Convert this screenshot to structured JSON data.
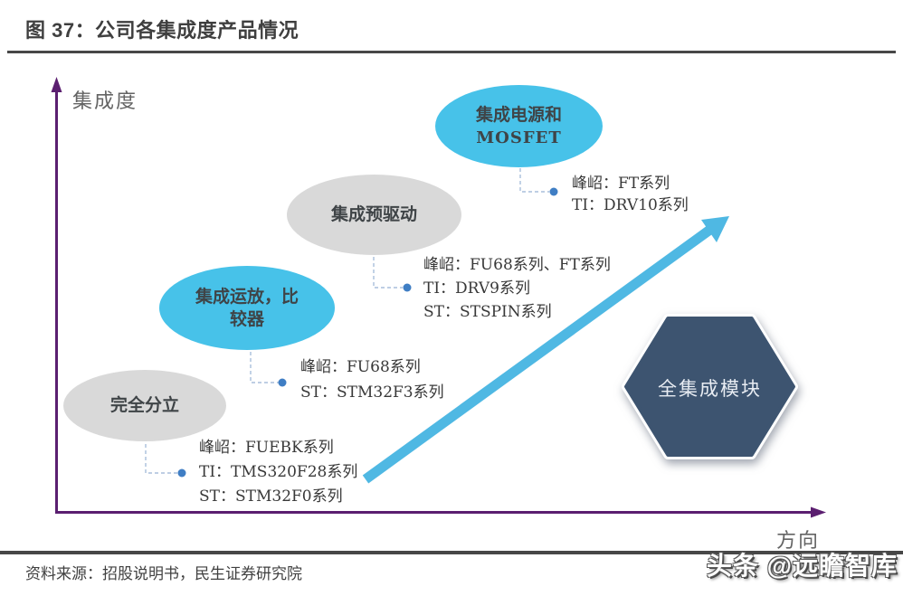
{
  "figure": {
    "title": "图 37：公司各集成度产品情况",
    "source": "资料来源：招股说明书，民生证券研究院",
    "watermark": "头条 @远瞻智库"
  },
  "axes": {
    "y_label": "集成度",
    "x_label": "方向"
  },
  "stages": [
    {
      "id": "fully-discrete",
      "label": "完全分立",
      "label_lines": [
        "完全分立"
      ],
      "shape": "ellipse",
      "fill": "gray",
      "products": [
        "峰岹：FUEBK系列",
        "TI：TMS320F28系列",
        "ST：STM32F0系列"
      ]
    },
    {
      "id": "integrated-opamp-comparator",
      "label": "集成运放，比较器",
      "label_lines": [
        "集成运放，比",
        "较器"
      ],
      "shape": "ellipse",
      "fill": "blue",
      "products": [
        "峰岹：FU68系列",
        "ST：STM32F3系列"
      ]
    },
    {
      "id": "integrated-predriver",
      "label": "集成预驱动",
      "label_lines": [
        "集成预驱动"
      ],
      "shape": "ellipse",
      "fill": "gray",
      "products": [
        "峰岹：FU68系列、FT系列",
        "TI：DRV9系列",
        "ST：STSPIN系列"
      ]
    },
    {
      "id": "integrated-power-mosfet",
      "label": "集成电源和 MOSFET",
      "label_lines": [
        "集成电源和",
        "MOSFET"
      ],
      "shape": "ellipse",
      "fill": "blue",
      "products": [
        "峰岹：FT系列",
        "TI：DRV10系列"
      ]
    },
    {
      "id": "full-integration-module",
      "label": "全集成模块",
      "label_lines": [
        "全集成模块"
      ],
      "shape": "hexagon",
      "fill": "navy",
      "products": []
    }
  ],
  "colors": {
    "title_text": "#3f3f3f",
    "rule": "#474747",
    "axis_purple": "#5b1f70",
    "axis_label_gray": "#646464",
    "node_blue": "#47c2e9",
    "node_gray": "#d9d9d9",
    "node_text": "#3f4447",
    "hexagon_navy": "#3d5470",
    "hexagon_text": "#e9edf3",
    "arrow_blue": "#4fb8e3",
    "connector_dash": "#a9bedb",
    "connector_dot": "#3f7ec4",
    "annotation_text": "#383838",
    "source_text": "#404040"
  }
}
